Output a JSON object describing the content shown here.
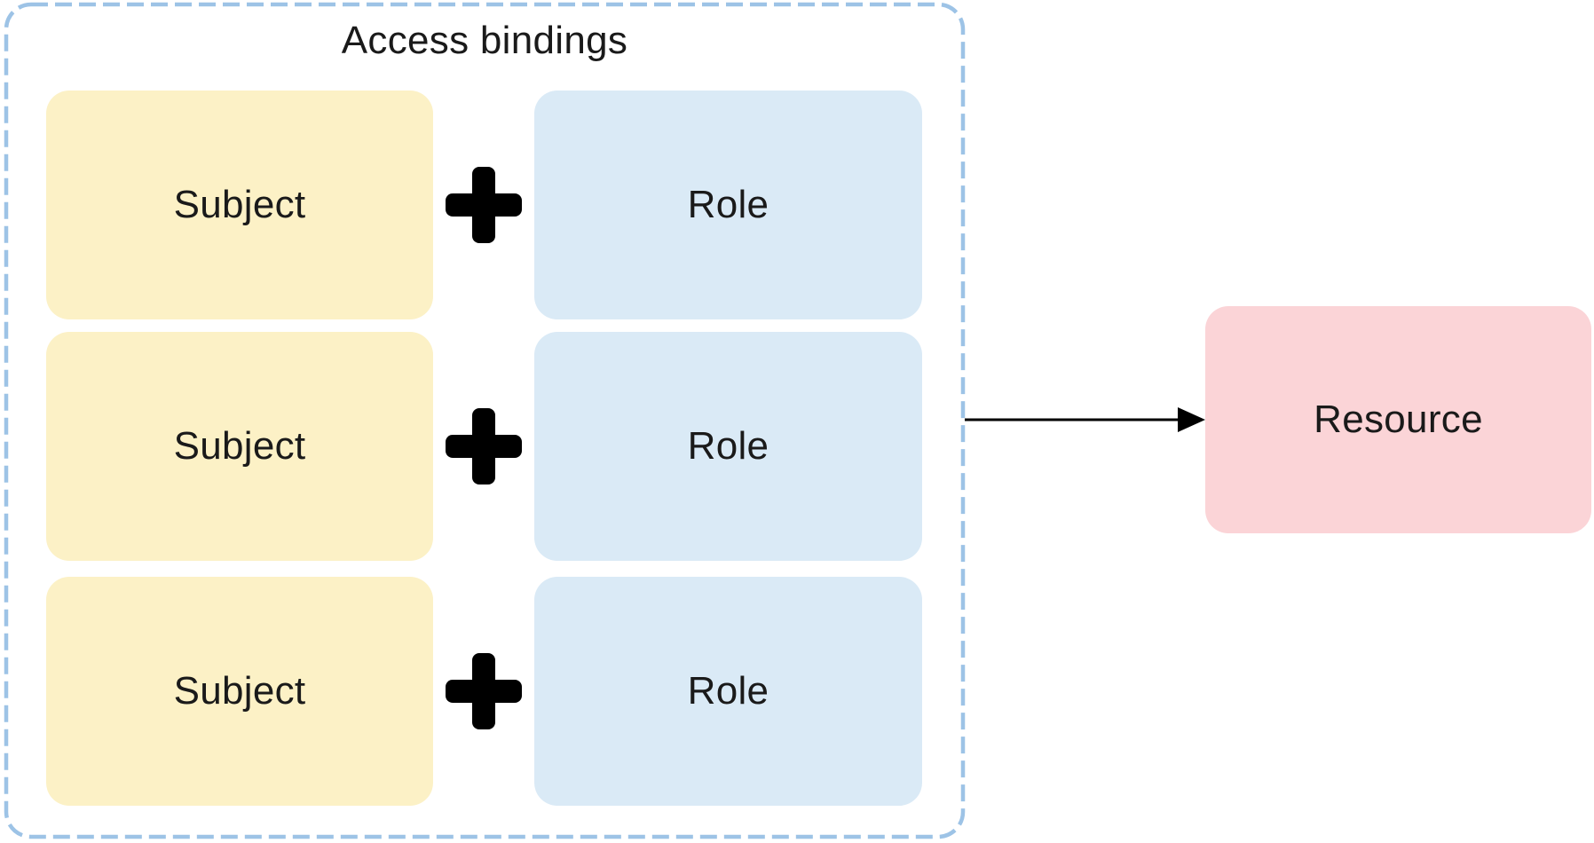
{
  "diagram": {
    "group": {
      "title": "Access bindings",
      "border_color": "#9DC3E6",
      "border_style": "dashed"
    },
    "bindings": [
      {
        "subject": "Subject",
        "operator": "+",
        "role": "Role"
      },
      {
        "subject": "Subject",
        "operator": "+",
        "role": "Role"
      },
      {
        "subject": "Subject",
        "operator": "+",
        "role": "Role"
      }
    ],
    "target": {
      "label": "Resource"
    },
    "connector": {
      "type": "arrow",
      "direction": "right",
      "color": "#000000"
    },
    "colors": {
      "subject_fill": "#FCF1C6",
      "role_fill": "#DAEAF6",
      "resource_fill": "#FBD4D7",
      "group_border": "#9DC3E6",
      "text": "#1A1A1A",
      "plus": "#000000"
    }
  }
}
